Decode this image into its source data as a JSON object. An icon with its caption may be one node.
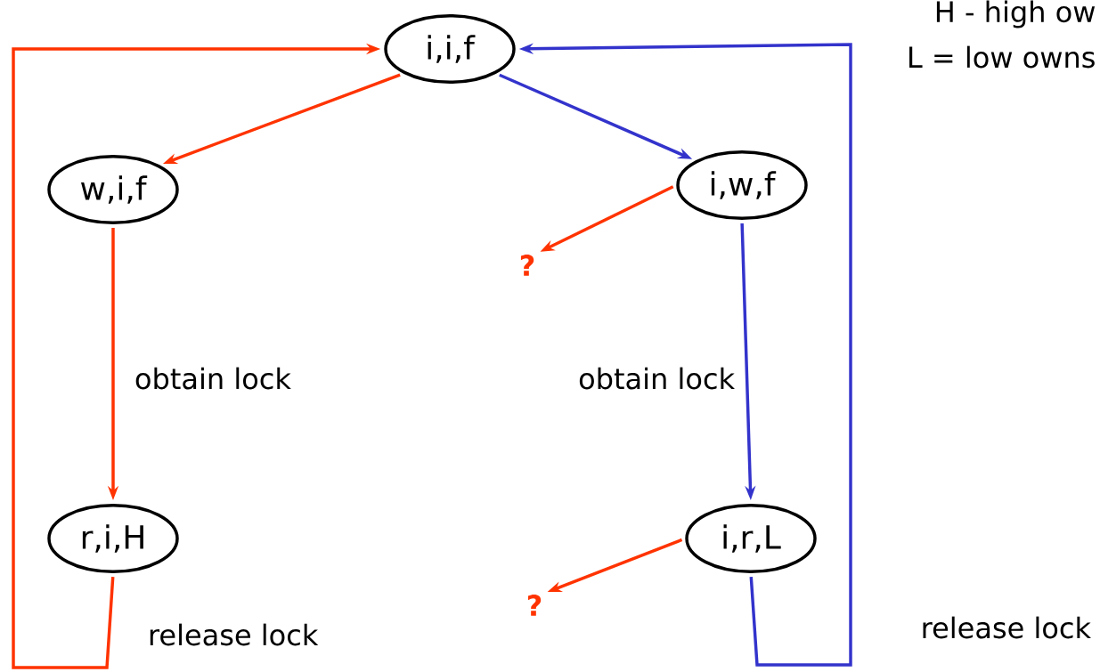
{
  "diagram": {
    "nodes": [
      {
        "text": [
          "i,i,f"
        ]
      },
      {
        "text": [
          "w,i,f"
        ]
      },
      {
        "text": [
          "i,w,f"
        ]
      },
      {
        "text": [
          "?"
        ]
      },
      {
        "text": [
          "r,i,H"
        ]
      },
      {
        "text": [
          "i,r,L"
        ]
      },
      {
        "text": [
          "?"
        ]
      }
    ],
    "edges": [
      {
        "from": 0,
        "to": 1,
        "arrow": "to",
        "color": "#ff3300"
      },
      {
        "from": 0,
        "to": 2,
        "arrow": "to",
        "color": "#3333cc"
      },
      {
        "from": 2,
        "to": 3,
        "arrow": "to",
        "color": "#ff3300"
      },
      {
        "from": 1,
        "to": 4,
        "arrow": "to",
        "label": "obtain lock",
        "color": "#ff3300"
      },
      {
        "from": 2,
        "to": 5,
        "arrow": "to",
        "label": "obtain lock",
        "color": "#3333cc"
      },
      {
        "from": 4,
        "to": 0,
        "arrow": "to",
        "label": "release lock",
        "color": "#ff3300"
      },
      {
        "from": 5,
        "to": 0,
        "arrow": "to",
        "label": "release lock",
        "color": "#3333cc"
      },
      {
        "from": 5,
        "to": 6,
        "arrow": "to",
        "color": "#ff3300"
      }
    ],
    "labels": [
      "H - high ow",
      "L = low owns"
    ]
  }
}
